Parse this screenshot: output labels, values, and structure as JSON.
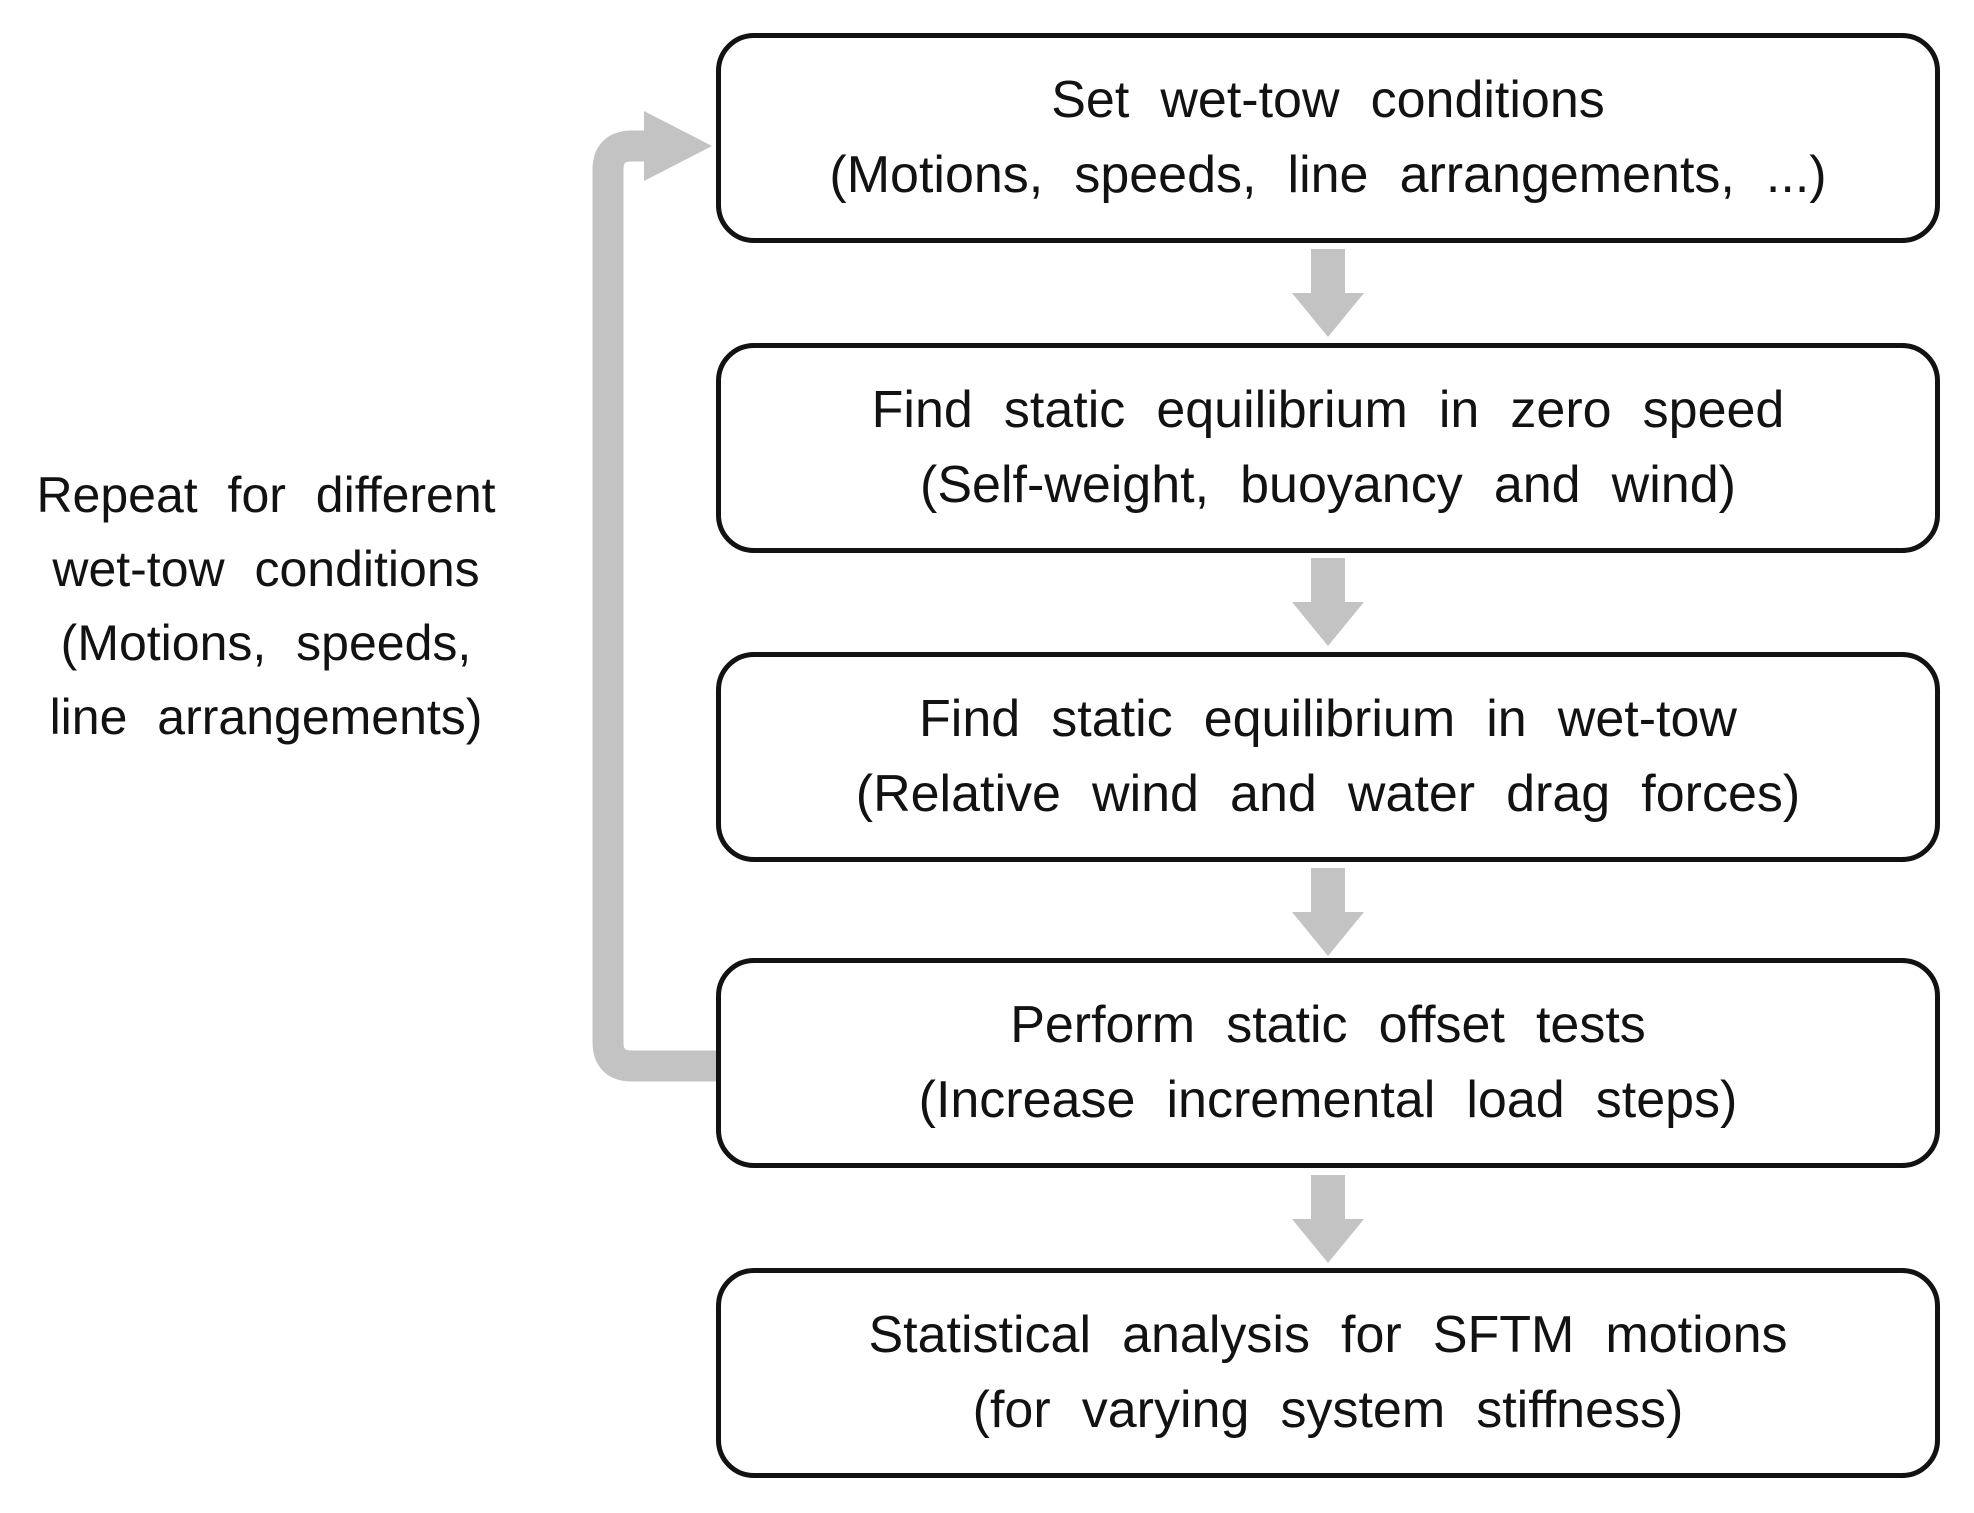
{
  "diagram": {
    "type": "flowchart",
    "side_label": {
      "lines": [
        "Repeat for different",
        "wet-tow conditions",
        "(Motions, speeds,",
        "line arrangements)"
      ]
    },
    "steps": [
      {
        "title": "Set wet-tow conditions",
        "detail": "(Motions, speeds, line arrangements, ...)"
      },
      {
        "title": "Find static equilibrium in zero speed",
        "detail": "(Self-weight, buoyancy and wind)"
      },
      {
        "title": "Find static equilibrium in wet-tow",
        "detail": "(Relative wind and water drag forces)"
      },
      {
        "title": "Perform static offset tests",
        "detail": "(Increase incremental load steps)"
      },
      {
        "title": "Statistical analysis for SFTM motions",
        "detail": "(for varying system stiffness)"
      }
    ],
    "colors": {
      "background": "#ffffff",
      "box_border": "#121212",
      "text": "#121212",
      "arrow": "#c3c3c3"
    }
  }
}
